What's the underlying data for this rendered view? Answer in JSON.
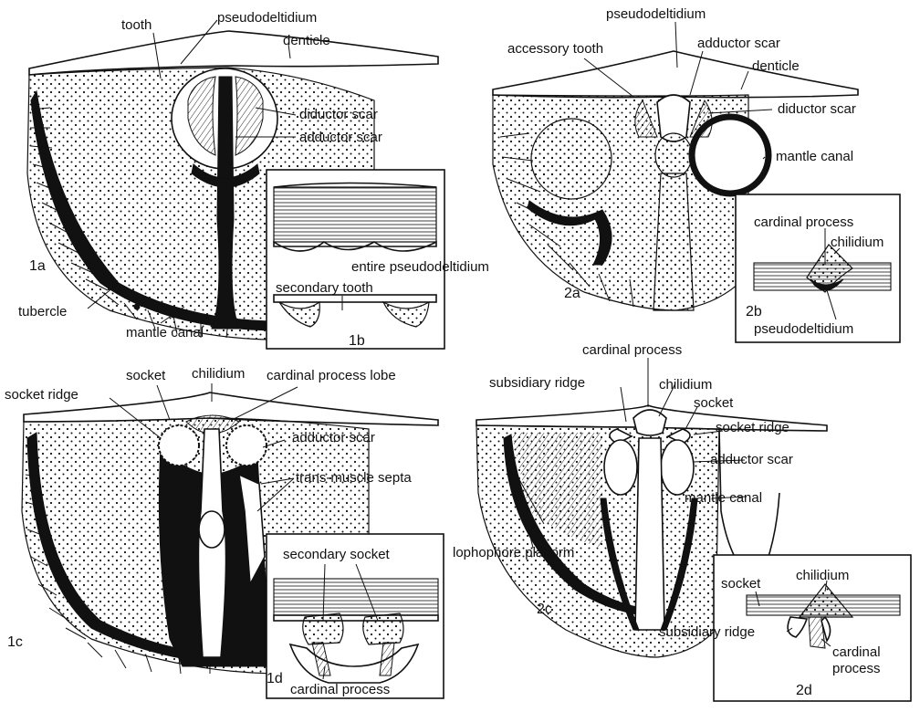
{
  "labels": {
    "f1a": {
      "tooth": "tooth",
      "pseudodeltidium": "pseudodeltidium",
      "denticle": "denticle",
      "diductor_scar": "diductor scar",
      "adductor_scar": "adductor scar",
      "tubercle": "tubercle",
      "mantle_canal": "mantle canal",
      "fig": "1a"
    },
    "f1b": {
      "entire_pseudodeltidium": "entire pseudodeltidium",
      "secondary_tooth": "secondary  tooth",
      "fig": "1b"
    },
    "f2a": {
      "pseudodeltidium": "pseudodeltidium",
      "accessory_tooth": "accessory tooth",
      "adductor_scar": "adductor scar",
      "denticle": "denticle",
      "diductor_scar": "diductor scar",
      "mantle_canal": "mantle canal",
      "fig": "2a"
    },
    "f2b": {
      "cardinal_process": "cardinal process",
      "chilidium": "chilidium",
      "pseudodeltidium": "pseudodeltidium",
      "fig": "2b"
    },
    "f1c": {
      "socket_ridge": "socket ridge",
      "socket": "socket",
      "chilidium": "chilidium",
      "cardinal_process_lobe": "cardinal process lobe",
      "adductor_scar": "adductor scar",
      "trans_muscle_septa": "trans-muscle  septa",
      "fig": "1c"
    },
    "f1d": {
      "secondary_socket": "secondary  socket",
      "cardinal_process": "cardinal process",
      "fig": "1d"
    },
    "f2c": {
      "cardinal_process": "cardinal process",
      "subsidiary_ridge": "subsidiary  ridge",
      "chilidium": "chilidium",
      "socket": "socket",
      "socket_ridge": "socket ridge",
      "adductor_scar": "adductor scar",
      "mantle_canal": "mantle canal",
      "lophophore_platform": "lophophore platform",
      "fig": "2c"
    },
    "f2d": {
      "socket": "socket",
      "chilidium": "chilidium",
      "subsidiary_ridge": "subsidiary ridge",
      "cardinal": "cardinal",
      "process": "process",
      "fig": "2d"
    }
  }
}
